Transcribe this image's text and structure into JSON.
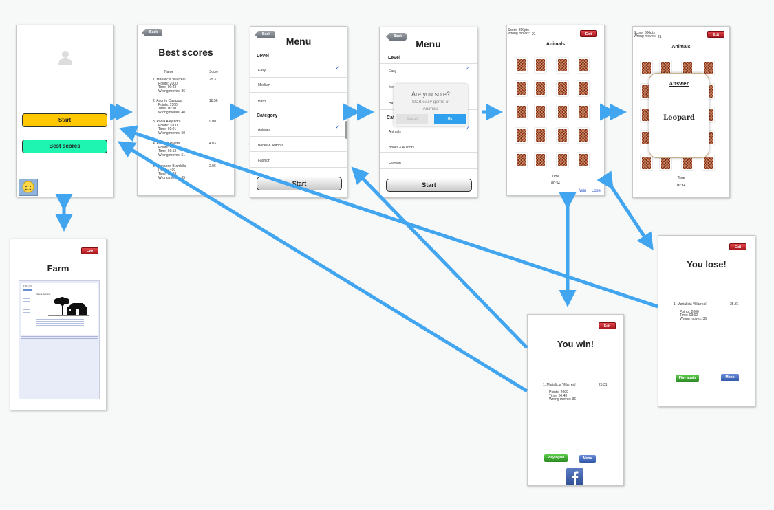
{
  "colors": {
    "arrow": "#42a5f0",
    "start_yellow": "#ffc800",
    "best_green": "#1ef5b0"
  },
  "home": {
    "start_label": "Start",
    "best_scores_label": "Best scores",
    "user_icon": "user-silhouette-icon",
    "logo_icon": "child-logo-icon"
  },
  "best": {
    "back": "Back",
    "title": "Best scores",
    "col_name": "Name",
    "col_score": "Score",
    "entries": [
      {
        "name": "1. Marialicia Villarreal",
        "score": "25.31",
        "points": "Points: 2000",
        "time": "Time: 00:43",
        "wrong": "Wrong moves: 36"
      },
      {
        "name": "2. Andrés Cavazos",
        "score": "18.56",
        "points": "Points: 1500",
        "time": "Time: 00:50",
        "wrong": "Wrong moves: 40"
      },
      {
        "name": "3. Paola Alejandra",
        "score": "9.00",
        "points": "Points: 1000",
        "time": "Time: 01:01",
        "wrong": "Wrong moves: 50"
      },
      {
        "name": "4. Roberto Rivera",
        "score": "4.03",
        "points": "Points: 500",
        "time": "Time: 01:13",
        "wrong": "Wrong moves: 51"
      },
      {
        "name": "5. Fernando Brambila",
        "score": "2.96",
        "points": "Points: 400",
        "time": "Time: 01:23",
        "wrong": "Wrong moves: 65"
      }
    ]
  },
  "menu": {
    "back": "Back",
    "title": "Menu",
    "level_header": "Level",
    "levels": [
      "Easy",
      "Medium",
      "Hard"
    ],
    "category_header": "Category",
    "categories": [
      "Animals",
      "Books & Authors",
      "Fashion"
    ],
    "start": "Start"
  },
  "menu2": {
    "back": "Back",
    "title": "Menu",
    "level_header": "Level",
    "levels": [
      "Easy",
      "Me",
      "Ha"
    ],
    "category_header": "Cat",
    "categories": [
      "Animals",
      "Books & Authors",
      "Fashion"
    ],
    "start": "Start",
    "dialog": {
      "title": "Are you sure?",
      "message": "Start easy game of Animals",
      "cancel": "Cancel",
      "ok": "Ok"
    }
  },
  "game": {
    "score": "Score: 300pts",
    "wrong": "Wrong moves:",
    "wrong_count": "21",
    "exit": "Exit",
    "title": "Animals",
    "time_label": "Time",
    "time_value": "00:34",
    "win_link": "Win",
    "lose_link": "Lose"
  },
  "game2": {
    "score": "Score: 300pts",
    "wrong": "Wrong moves:",
    "wrong_count": "21",
    "exit": "Exit",
    "title": "Animals",
    "answer_label": "Answer",
    "answer": "Leopard",
    "time_label": "Time",
    "time_value": "00:34"
  },
  "farm": {
    "exit": "Exit",
    "title": "Farm",
    "page_heading": "FARM",
    "page_caption": "Página de Inicio"
  },
  "win": {
    "exit": "Exit",
    "title": "You win!",
    "name": "1. Marialicia Villarreal",
    "score": "25.31",
    "points": "Points: 2000",
    "time": "Time: 00:43",
    "wrong": "Wrong moves: 36",
    "play_again": "Play again",
    "menu": "Menu",
    "share_icon": "facebook-icon"
  },
  "lose": {
    "exit": "Exit",
    "title": "You lose!",
    "name": "1. Marialicia Villarreal",
    "score": "25.31",
    "points": "Points: 2000",
    "time": "Time: 03:00",
    "wrong": "Wrong moves: 36",
    "play_again": "Play again",
    "menu": "Menu"
  }
}
